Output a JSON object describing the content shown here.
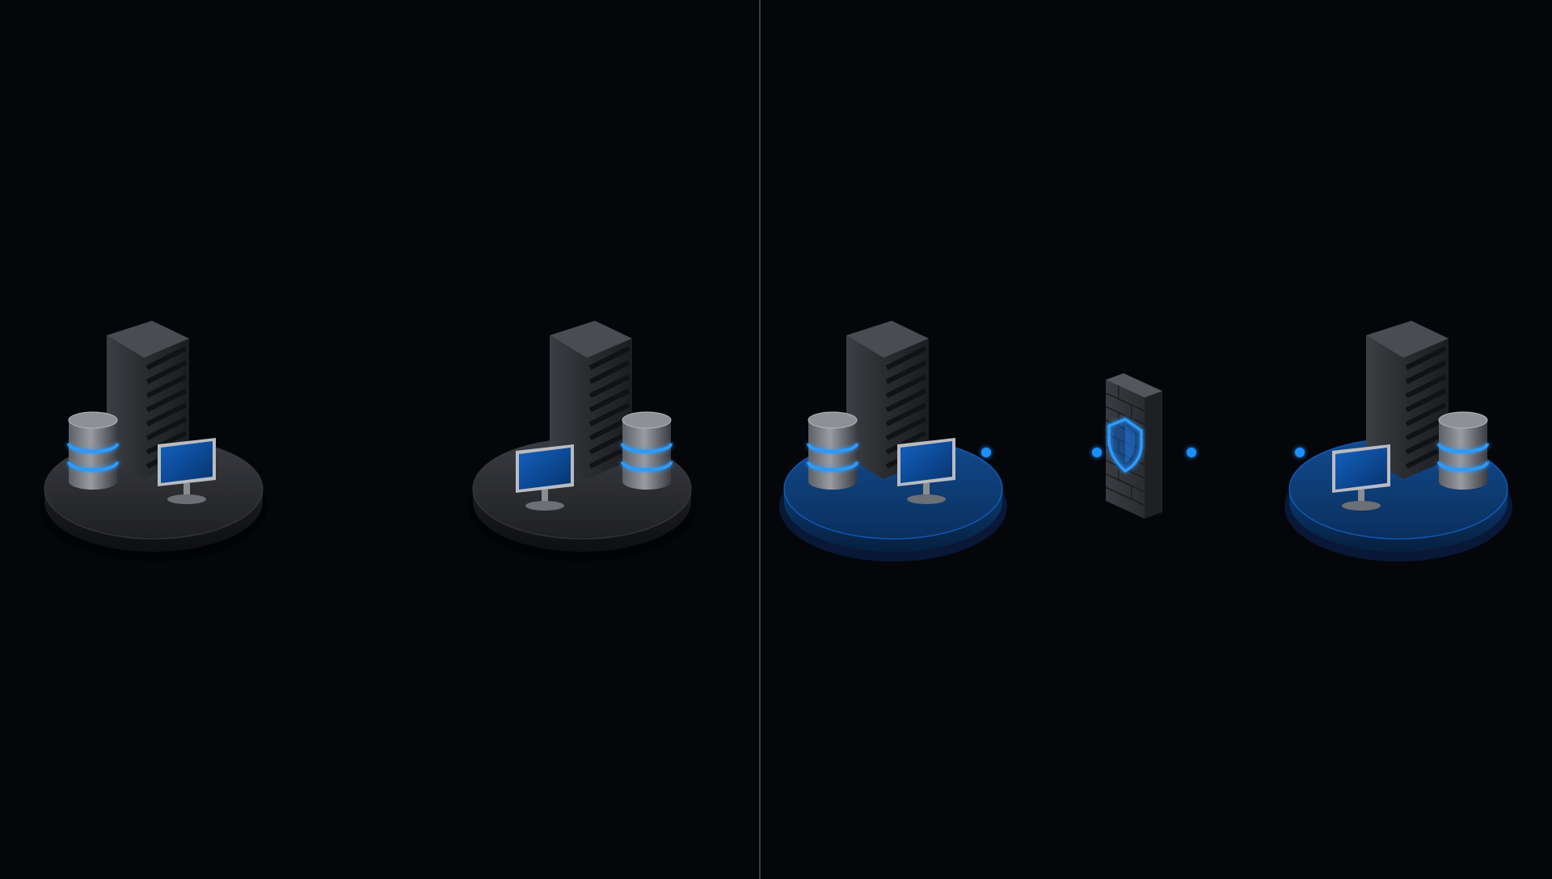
{
  "colors": {
    "background": "#05060a",
    "divider": "#3a3d44",
    "platform_dark": "#2a2b2f",
    "platform_blue": "#0d3a73",
    "accent_blue": "#1e90ff",
    "glow_blue": "#1a7cff",
    "server_body": "#2e3034",
    "monitor_screen": "#0b4fa0"
  },
  "panels": [
    {
      "id": "left",
      "state": "isolated"
    },
    {
      "id": "right",
      "state": "connected-through-firewall"
    }
  ],
  "nodes": [
    {
      "id": "node-1",
      "panel": "left",
      "style": "dark",
      "components": [
        "server-rack",
        "database",
        "monitor"
      ]
    },
    {
      "id": "node-2",
      "panel": "left",
      "style": "dark",
      "components": [
        "server-rack",
        "database",
        "monitor"
      ]
    },
    {
      "id": "node-3",
      "panel": "right",
      "style": "blue",
      "components": [
        "server-rack",
        "database",
        "monitor"
      ]
    },
    {
      "id": "node-4",
      "panel": "right",
      "style": "blue",
      "components": [
        "server-rack",
        "database",
        "monitor"
      ]
    }
  ],
  "firewall": {
    "icon": "shield-icon",
    "panel": "right"
  },
  "connections": [
    {
      "from": "node-3",
      "to": "firewall"
    },
    {
      "from": "firewall",
      "to": "node-4"
    }
  ]
}
